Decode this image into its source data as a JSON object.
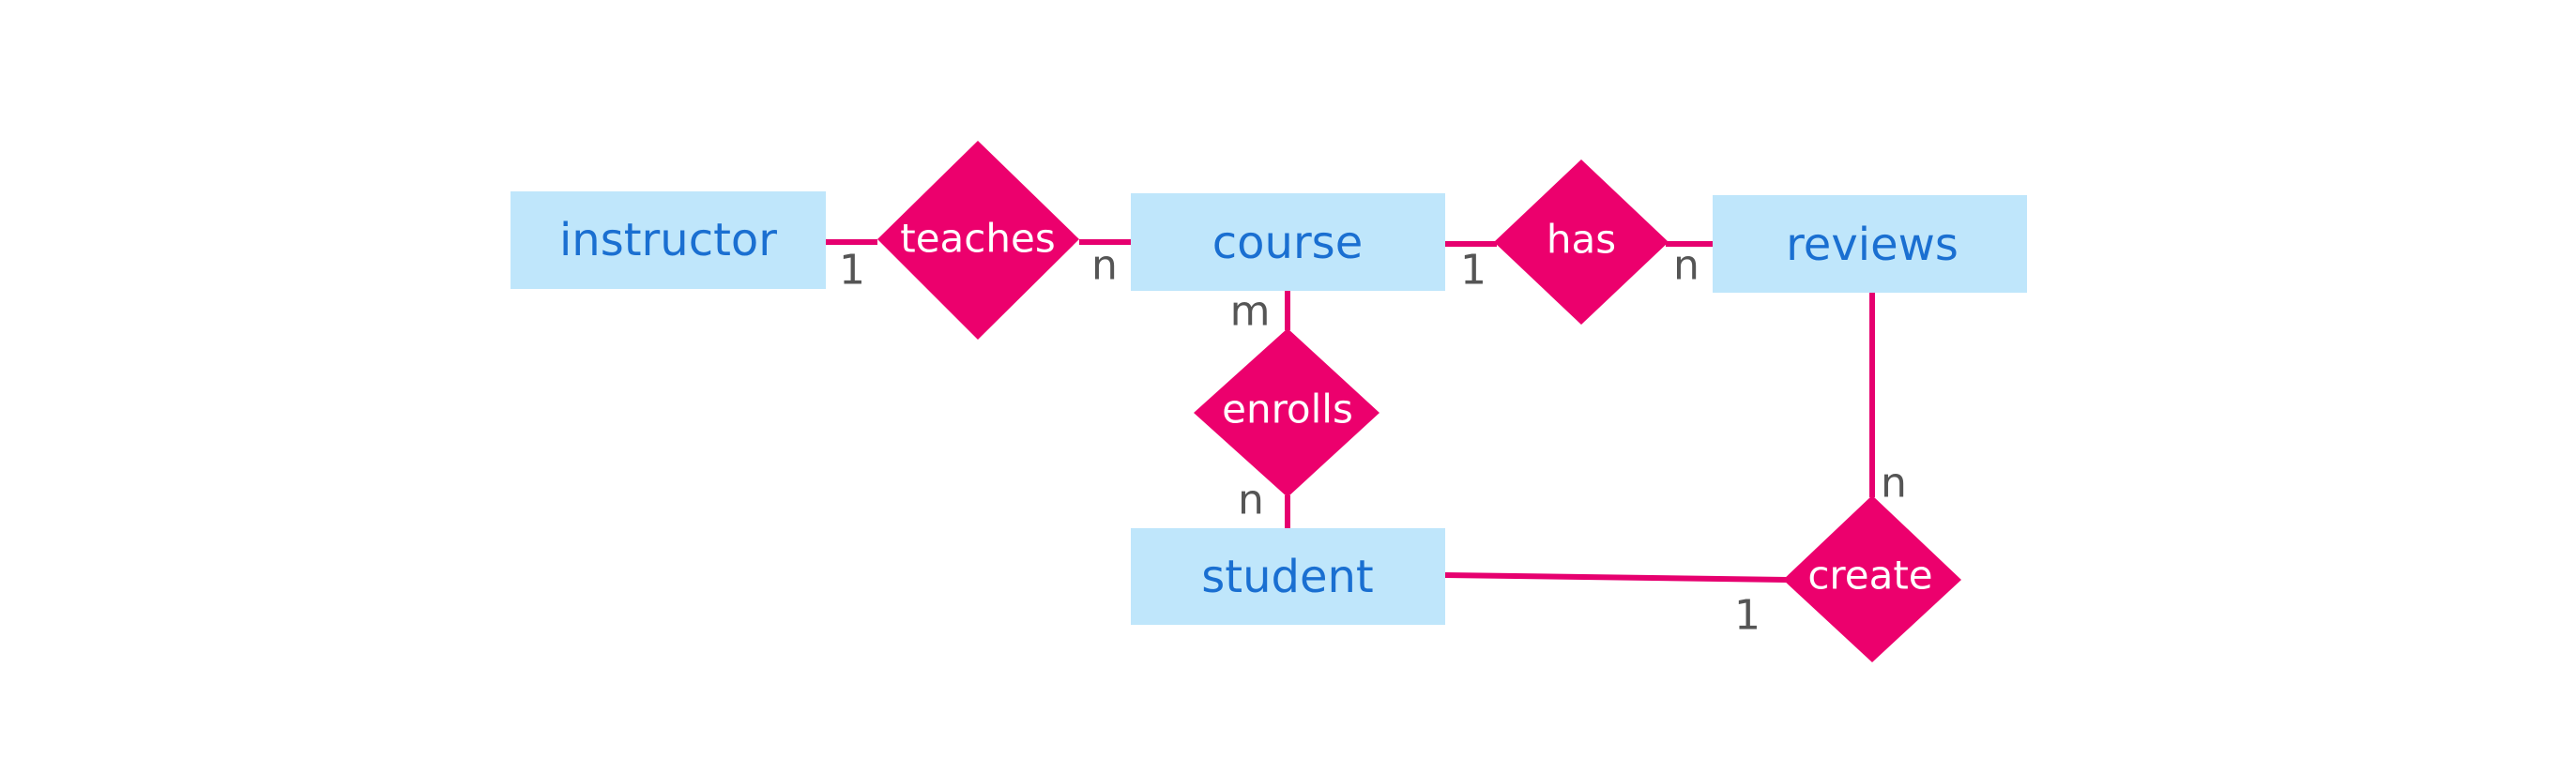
{
  "entities": {
    "instructor": "instructor",
    "course": "course",
    "reviews": "reviews",
    "student": "student"
  },
  "relationships": {
    "teaches": "teaches",
    "has": "has",
    "enrolls": "enrolls",
    "create": "create"
  },
  "cardinalities": {
    "instructor_teaches": "1",
    "teaches_course": "n",
    "course_has": "1",
    "has_reviews": "n",
    "course_enrolls": "m",
    "enrolls_student": "n",
    "reviews_create": "n",
    "student_create": "1"
  },
  "colors": {
    "entity_fill": "#bfe6fb",
    "entity_text": "#1a6fd1",
    "relationship_fill": "#ec006d",
    "relationship_text": "#ffffff",
    "connector": "#e6006f",
    "cardinality_text": "#555555"
  }
}
